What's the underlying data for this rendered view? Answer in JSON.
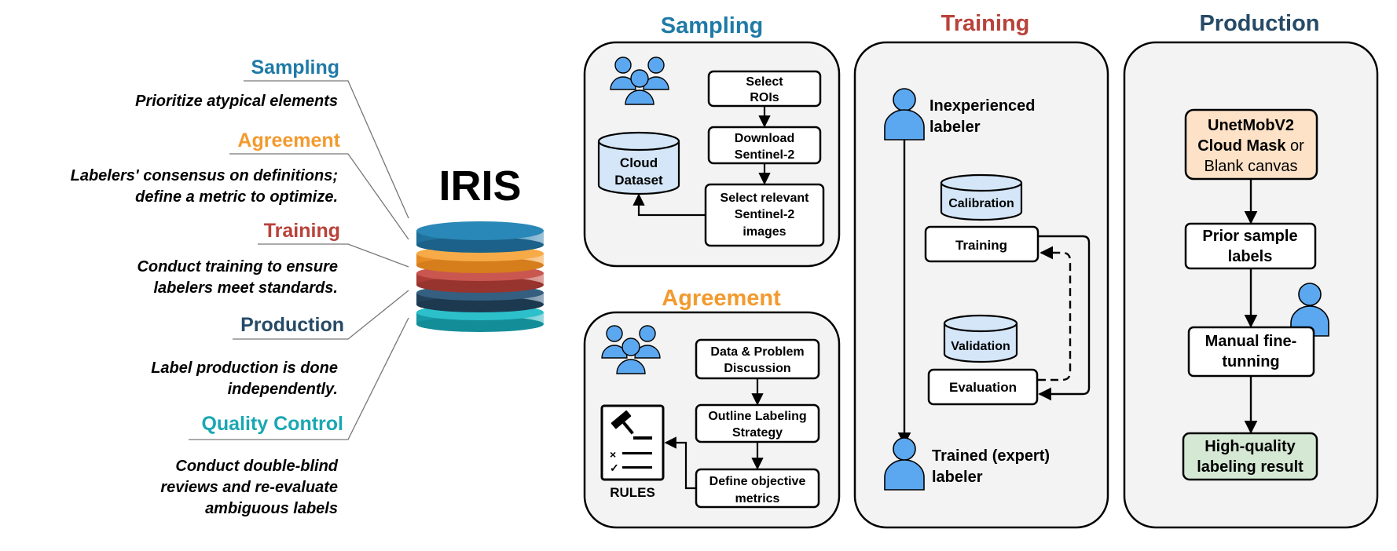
{
  "colors": {
    "sampling": "#1f7aa6",
    "agreement": "#f39a2e",
    "training": "#b8423a",
    "production": "#264a66",
    "quality_control": "#1aa7b3",
    "person": "#5ca8f0",
    "panel_bg": "#f3f3f3",
    "cylinder_fill": "#d4e6f8",
    "orange_box": "#fde2c8",
    "green_box": "#d5e8d4"
  },
  "left": {
    "steps": [
      {
        "title": "Sampling",
        "desc": [
          "Prioritize atypical elements"
        ]
      },
      {
        "title": "Agreement",
        "desc": [
          "Labelers' consensus on definitions;",
          "define a metric to optimize."
        ]
      },
      {
        "title": "Training",
        "desc": [
          "Conduct training to ensure",
          "labelers meet standards."
        ]
      },
      {
        "title": "Production",
        "desc": [
          "Label production is done",
          "independently."
        ]
      },
      {
        "title": "Quality Control",
        "desc": [
          "Conduct double-blind",
          "reviews and re-evaluate",
          "ambiguous labels"
        ]
      }
    ],
    "logo_title": "IRIS"
  },
  "sampling": {
    "title": "Sampling",
    "db_lines": [
      "Cloud",
      "Dataset"
    ],
    "steps": [
      [
        "Select",
        "ROIs"
      ],
      [
        "Download",
        "Sentinel-2"
      ],
      [
        "Select relevant",
        "Sentinel-2",
        "images"
      ]
    ]
  },
  "agreement": {
    "title": "Agreement",
    "rules_label": "RULES",
    "steps": [
      [
        "Data & Problem",
        "Discussion"
      ],
      [
        "Outline Labeling",
        "Strategy"
      ],
      [
        "Define objective",
        "metrics"
      ]
    ]
  },
  "training": {
    "title": "Training",
    "start_person": [
      "Inexperienced",
      "labeler"
    ],
    "end_person": [
      "Trained (expert)",
      "labeler"
    ],
    "db_calibration": "Calibration",
    "box_training": "Training",
    "db_validation": "Validation",
    "box_evaluation": "Evaluation"
  },
  "production": {
    "title": "Production",
    "box1": {
      "bold_lines": [
        "UnetMobV2",
        "Cloud Mask"
      ],
      "normal_suffix": " or",
      "last_line": "Blank canvas"
    },
    "box2": [
      "Prior sample",
      "labels"
    ],
    "box3": [
      "Manual fine-",
      "tunning"
    ],
    "box4": [
      "High-quality",
      "labeling result"
    ]
  }
}
